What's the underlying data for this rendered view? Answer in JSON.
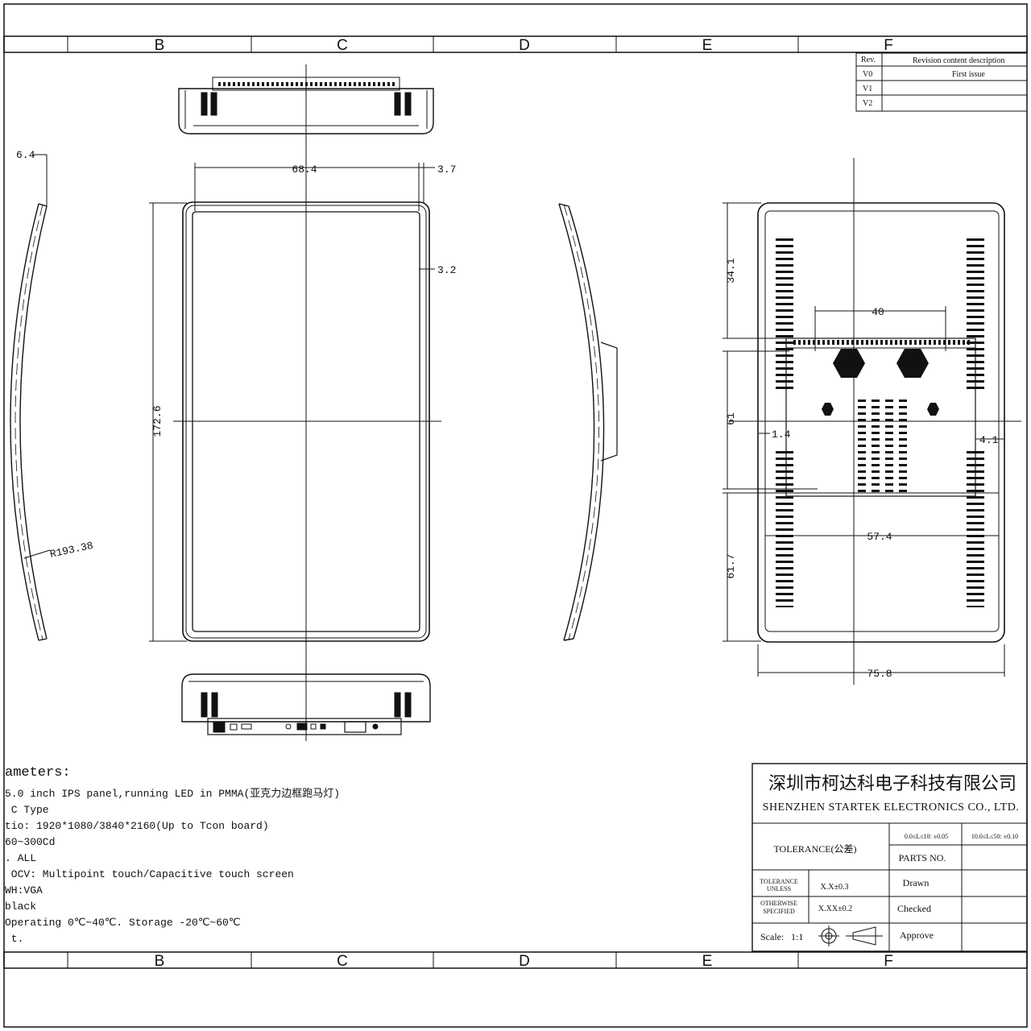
{
  "zones": [
    "B",
    "C",
    "D",
    "E",
    "F"
  ],
  "revision_table": {
    "header": [
      "Rev.",
      "Revision content description"
    ],
    "rows": [
      {
        "rev": "V0",
        "desc": "First issue"
      },
      {
        "rev": "V1",
        "desc": ""
      },
      {
        "rev": "V2",
        "desc": ""
      }
    ]
  },
  "dimensions": {
    "side_edge": "6.4",
    "width_top": "68.4",
    "margin_top": "3.7",
    "bezel": "3.2",
    "height": "172.6",
    "radius": "R193.38",
    "rear_top": "34.1",
    "vesa": "40",
    "rear_mid": "61",
    "left_off": "1.4",
    "right_off": "4.1",
    "rear_bottom": "61.7",
    "board_width": "57.4",
    "rear_width": "75.8"
  },
  "parameters": {
    "heading": "ameters:",
    "lines": [
      "5.0 inch IPS panel,running LED in PMMA(亚克力边框跑马灯)",
      " C Type",
      "tio: 1920*1080/3840*2160(Up to Tcon board)",
      "60~300Cd",
      ". ALL",
      " OCV: Multipoint touch/Capacitive touch screen",
      "WH:VGA",
      "black",
      "Operating 0℃~40℃. Storage -20℃~60℃",
      " t."
    ]
  },
  "title_block": {
    "company_cn": "深圳市柯达科电子科技有限公司",
    "company_en": "SHENZHEN STARTEK ELECTRONICS CO., LTD.",
    "tolerance_label": "TOLERANCE(公差)",
    "tol_range_1": "0.0≤L≤10: ±0.05",
    "tol_range_2": "10.0≤L≤50: ±0.10",
    "parts_no": "PARTS NO.",
    "tol_unless_1": "TOLERANCE",
    "tol_unless_2": "UNLESS",
    "tol_other_1": "OTHERWISE",
    "tol_other_2": "SPECIFIED",
    "tol_x": "X.X±0.3",
    "tol_xx": "X.XX±0.2",
    "drawn": "Drawn",
    "checked": "Checked",
    "approve": "Approve",
    "scale_label": "Scale:",
    "scale_value": "1:1"
  }
}
